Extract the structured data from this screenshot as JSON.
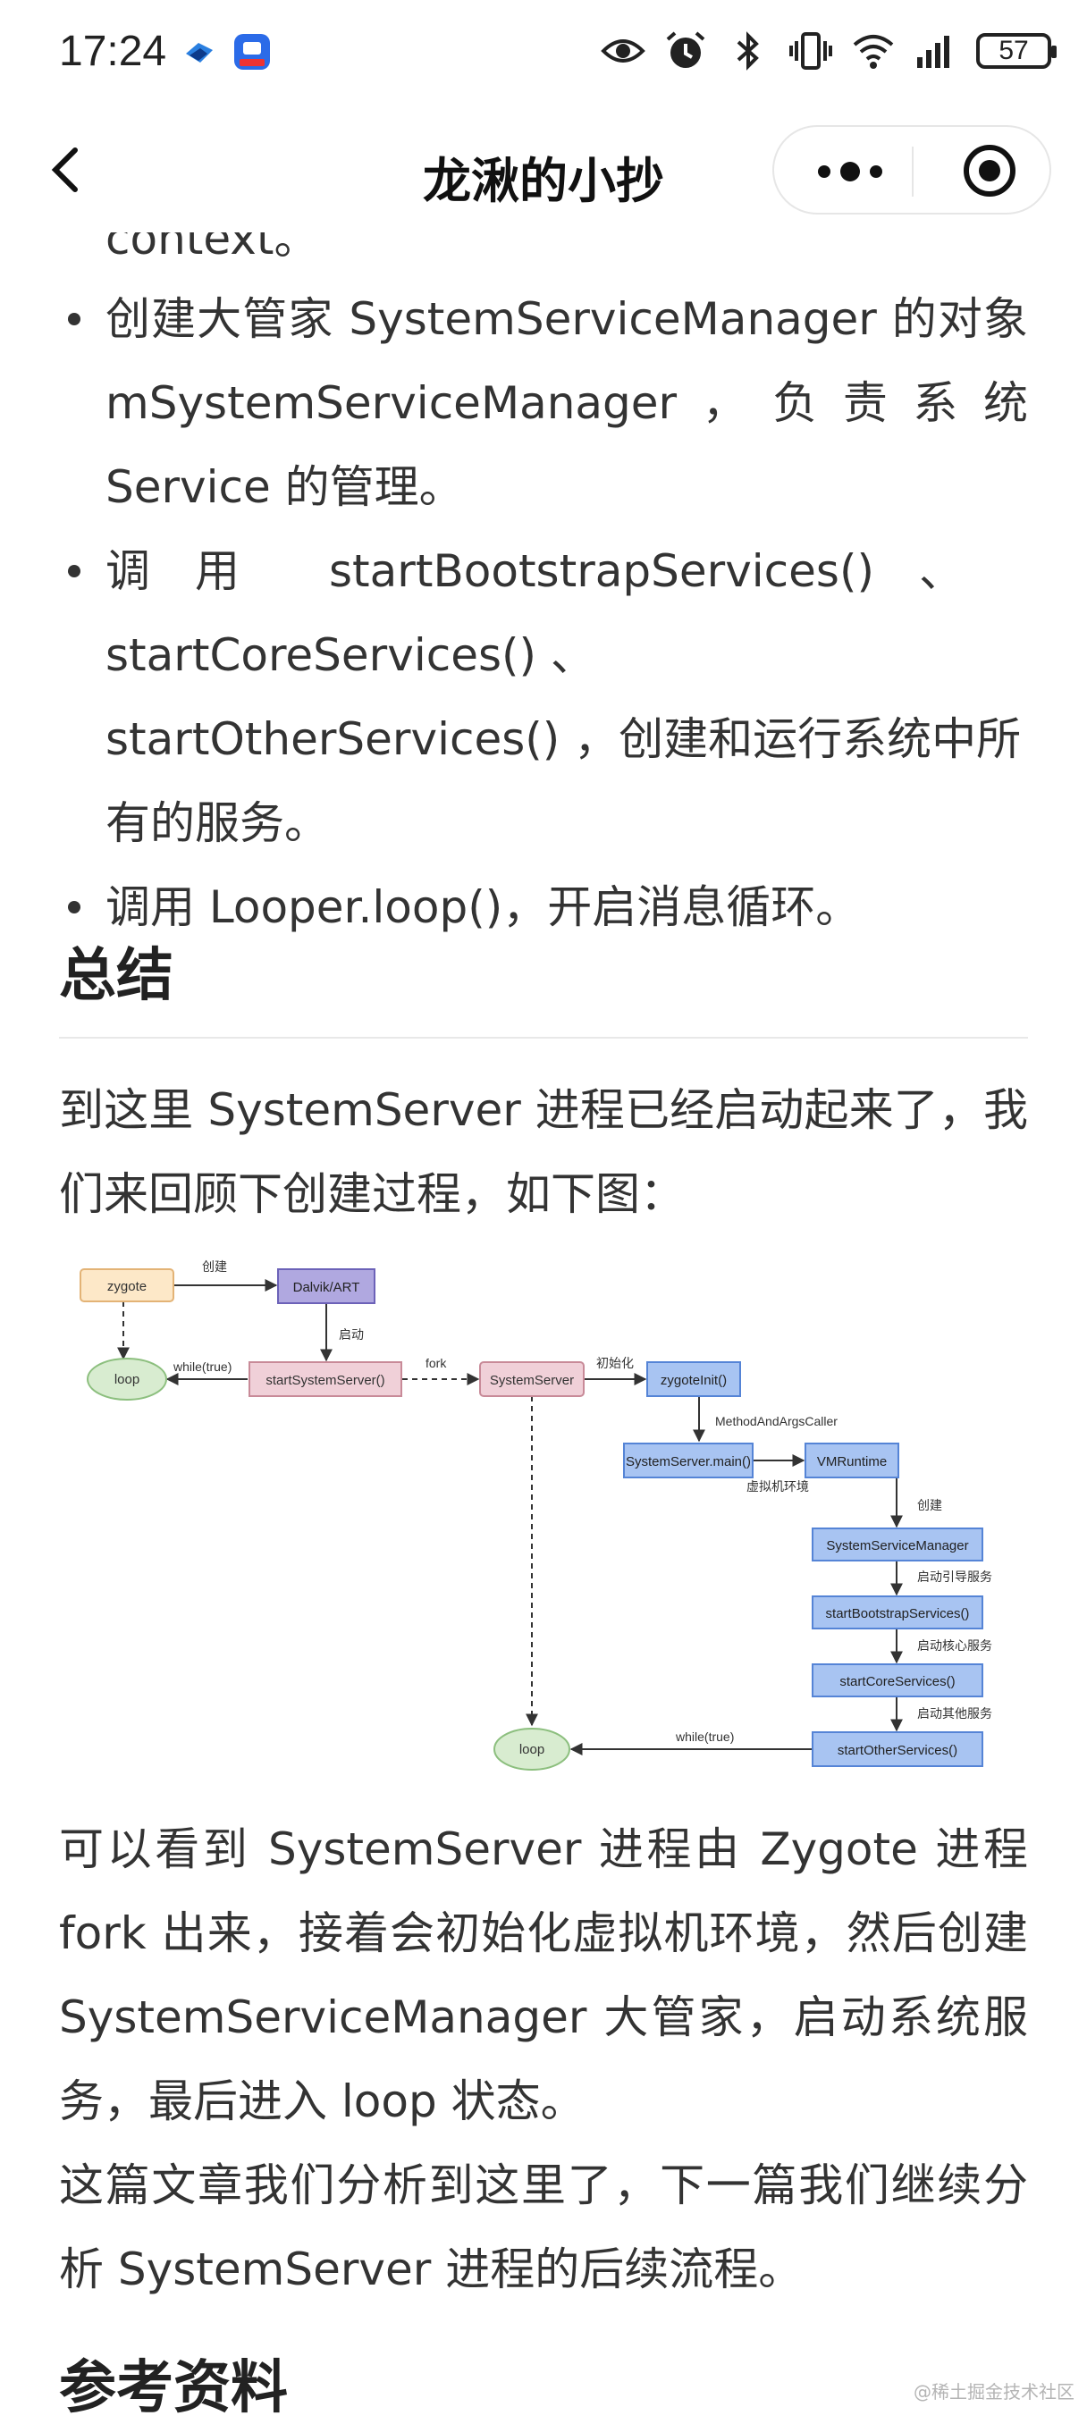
{
  "status_bar": {
    "time": "17:24",
    "battery": "57",
    "icons": [
      "app-notification-icon",
      "app-badge-icon",
      "eye-icon",
      "alarm-icon",
      "bluetooth-icon",
      "vibrate-icon",
      "wifi-icon",
      "signal-icon",
      "battery-icon"
    ]
  },
  "nav": {
    "title": "龙湫的小抄"
  },
  "article": {
    "cut_text": "context。",
    "bullets": [
      "创建大管家 SystemServiceManager 的对象 mSystemServiceManager，负责系统 Service 的管理。",
      "调　用　　startBootstrapServices()　、startCoreServices() 、 startOtherServices() ，创建和运行系统中所有的服务。",
      "调用 Looper.loop()，开启消息循环。"
    ],
    "summary_heading": "总结",
    "summary_intro": "到这里 SystemServer 进程已经启动起来了，我们来回顾下创建过程，如下图：",
    "summary_explain": "可以看到 SystemServer 进程由 Zygote 进程 fork 出来，接着会初始化虚拟机环境，然后创建 SystemServiceManager 大管家，启动系统服务，最后进入 loop 状态。",
    "next_note": "这篇文章我们分析到这里了，下一篇我们继续分析 SystemServer 进程的后续流程。",
    "ref_heading": "参考资料"
  },
  "diagram": {
    "nodes": {
      "zygote": "zygote",
      "dalvik": "Dalvik/ART",
      "loop1": "loop",
      "start_system_server": "startSystemServer()",
      "system_server": "SystemServer",
      "zygote_init": "zygoteInit()",
      "system_server_main": "SystemServer.main()",
      "vm_runtime": "VMRuntime",
      "ssm": "SystemServiceManager",
      "bootstrap": "startBootstrapServices()",
      "core": "startCoreServices()",
      "other": "startOtherServices()",
      "loop2": "loop"
    },
    "labels": {
      "create1": "创建",
      "start": "启动",
      "while1": "while(true)",
      "fork": "fork",
      "init": "初始化",
      "caller": "MethodAndArgsCaller",
      "vm_env": "虚拟机环境",
      "create2": "创建",
      "boot_svc": "启动引导服务",
      "core_svc": "启动核心服务",
      "other_svc": "启动其他服务",
      "while2": "while(true)"
    }
  },
  "watermark": "@稀土掘金技术社区"
}
